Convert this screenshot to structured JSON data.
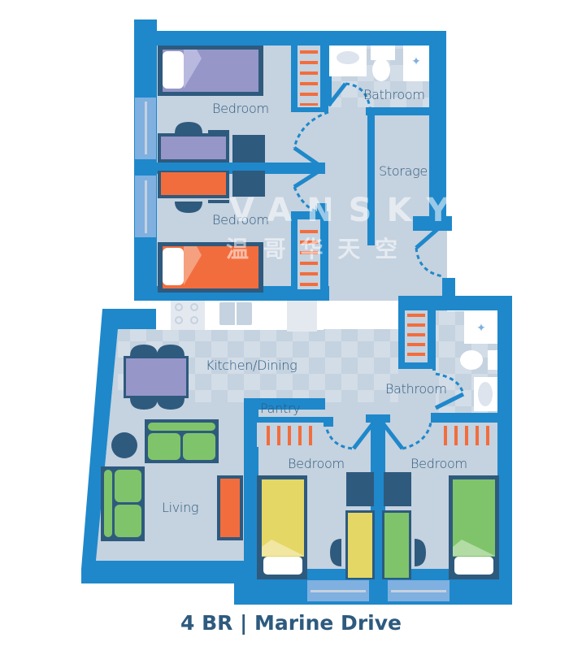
{
  "title": "4 BR | Marine Drive",
  "watermark": {
    "brand": "VANSKY",
    "chinese": "温 哥 华 天 空"
  },
  "rooms": [
    {
      "id": "bedroom-1",
      "label": "Bedroom"
    },
    {
      "id": "bathroom-1",
      "label": "Bathroom"
    },
    {
      "id": "storage",
      "label": "Storage"
    },
    {
      "id": "bedroom-2",
      "label": "Bedroom"
    },
    {
      "id": "kitchen-dining",
      "label": "Kitchen/Dining"
    },
    {
      "id": "bathroom-2",
      "label": "Bathroom"
    },
    {
      "id": "pantry",
      "label": "Pantry"
    },
    {
      "id": "bedroom-3",
      "label": "Bedroom"
    },
    {
      "id": "bedroom-4",
      "label": "Bedroom"
    },
    {
      "id": "living",
      "label": "Living"
    }
  ],
  "colors": {
    "wall": "#1e88cb",
    "floor": "#c5d2df",
    "furniture_dark": "#2e5a7e",
    "purple": "#9696c9",
    "orange": "#f26d3d",
    "yellow": "#e5d766",
    "green": "#7fc46a",
    "window": "#7fb0e0",
    "title": "#2e5a7e"
  }
}
